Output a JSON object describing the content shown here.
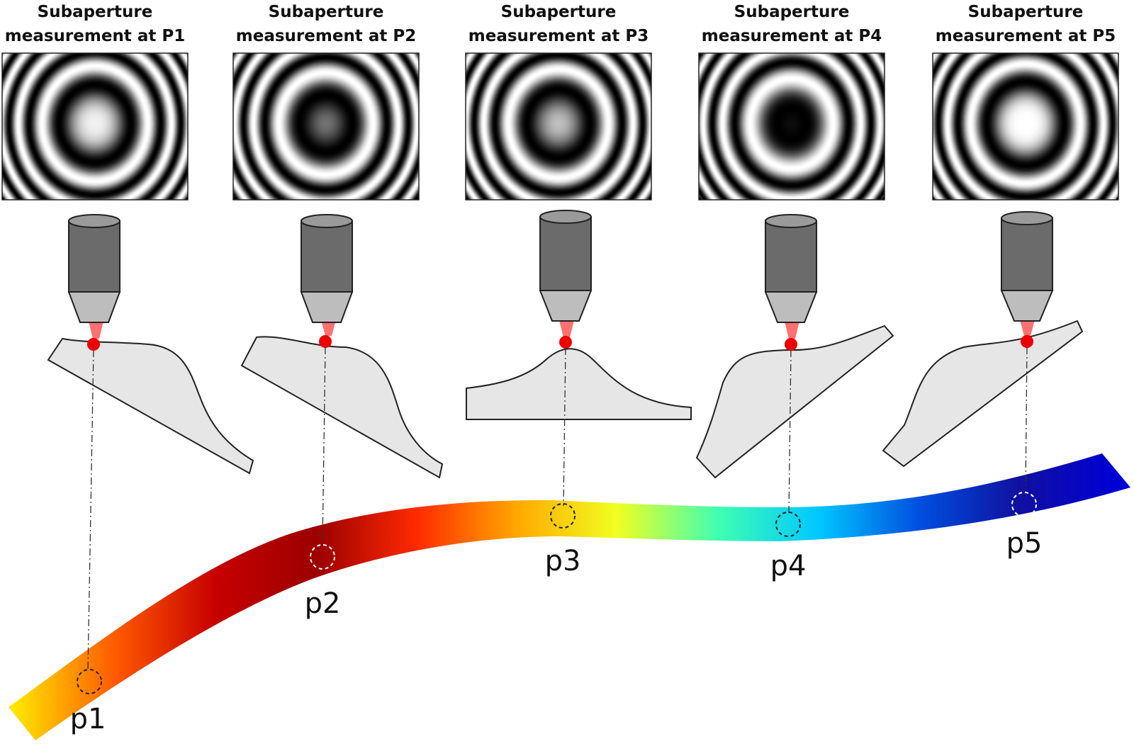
{
  "measurements": [
    {
      "title_line1": "Subaperture",
      "title_line2": "measurement at P1",
      "point_label": "p1",
      "center_intensity": 0.95,
      "circle_color": "#222222"
    },
    {
      "title_line1": "Subaperture",
      "title_line2": "measurement at P2",
      "point_label": "p2",
      "center_intensity": 0.45,
      "circle_color": "#ffffff"
    },
    {
      "title_line1": "Subaperture",
      "title_line2": "measurement at P3",
      "point_label": "p3",
      "center_intensity": 0.75,
      "circle_color": "#222222"
    },
    {
      "title_line1": "Subaperture",
      "title_line2": "measurement at P4",
      "point_label": "p4",
      "center_intensity": 0.05,
      "circle_color": "#222222"
    },
    {
      "title_line1": "Subaperture",
      "title_line2": "measurement at P5",
      "point_label": "p5",
      "center_intensity": 1.0,
      "circle_color": "#ffffff"
    }
  ],
  "colors": {
    "objective_body": "#6b6b6b",
    "objective_cone": "#bdbdbd",
    "laser": "#ff7070",
    "focus_dot": "#ee0000",
    "sample_fill": "#e6e6e6",
    "outline": "#222222"
  },
  "strip_colormap": [
    "#ffe600",
    "#ff5a00",
    "#c80000",
    "#9b0000",
    "#ff2a00",
    "#ffa800",
    "#f0ff20",
    "#40ffb0",
    "#00c8ff",
    "#0050e0",
    "#1010a0",
    "#0000d8"
  ]
}
